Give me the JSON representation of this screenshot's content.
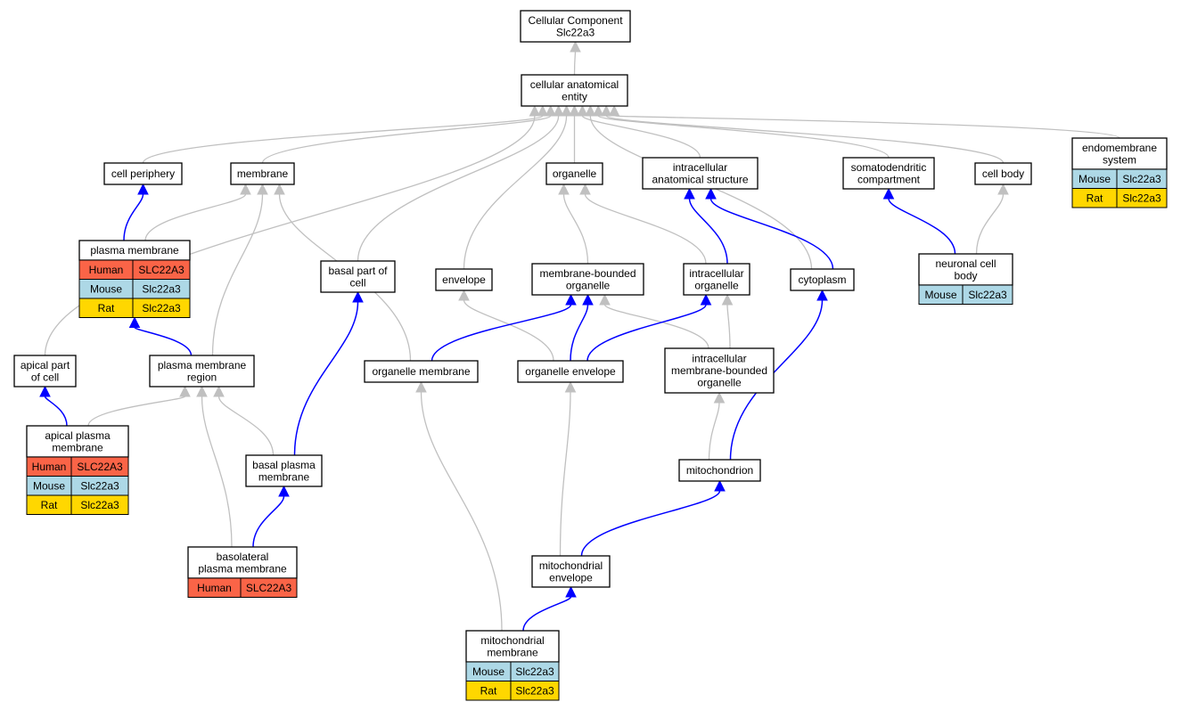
{
  "colors": {
    "human": "#fa6447",
    "mouse": "#add8e6",
    "rat": "#ffd700",
    "gray_edge": "#c0c0c0",
    "blue_edge": "#0000ff"
  },
  "nodes": {
    "root": {
      "lines": [
        "Cellular Component",
        "Slc22a3"
      ]
    },
    "cae": {
      "lines": [
        "cellular anatomical",
        "entity"
      ]
    },
    "cell_periphery": {
      "lines": [
        "cell periphery"
      ]
    },
    "membrane": {
      "lines": [
        "membrane"
      ]
    },
    "organelle": {
      "lines": [
        "organelle"
      ]
    },
    "ias": {
      "lines": [
        "intracellular",
        "anatomical structure"
      ]
    },
    "somato": {
      "lines": [
        "somatodendritic",
        "compartment"
      ]
    },
    "cell_body": {
      "lines": [
        "cell body"
      ]
    },
    "endomembrane": {
      "lines": [
        "endomembrane",
        "system"
      ],
      "rows": [
        {
          "species": "Mouse",
          "gene": "Slc22a3",
          "color": "mouse"
        },
        {
          "species": "Rat",
          "gene": "Slc22a3",
          "color": "rat"
        }
      ]
    },
    "plasma_membrane": {
      "lines": [
        "plasma membrane"
      ],
      "rows": [
        {
          "species": "Human",
          "gene": "SLC22A3",
          "color": "human"
        },
        {
          "species": "Mouse",
          "gene": "Slc22a3",
          "color": "mouse"
        },
        {
          "species": "Rat",
          "gene": "Slc22a3",
          "color": "rat"
        }
      ]
    },
    "basal_part": {
      "lines": [
        "basal part of",
        "cell"
      ]
    },
    "envelope": {
      "lines": [
        "envelope"
      ]
    },
    "mbo": {
      "lines": [
        "membrane-bounded",
        "organelle"
      ]
    },
    "intra_organelle": {
      "lines": [
        "intracellular",
        "organelle"
      ]
    },
    "cytoplasm": {
      "lines": [
        "cytoplasm"
      ]
    },
    "neuronal": {
      "lines": [
        "neuronal cell",
        "body"
      ],
      "rows": [
        {
          "species": "Mouse",
          "gene": "Slc22a3",
          "color": "mouse"
        }
      ]
    },
    "apical_part": {
      "lines": [
        "apical part",
        "of cell"
      ]
    },
    "pm_region": {
      "lines": [
        "plasma membrane",
        "region"
      ]
    },
    "org_membrane": {
      "lines": [
        "organelle membrane"
      ]
    },
    "org_envelope": {
      "lines": [
        "organelle envelope"
      ]
    },
    "imbo": {
      "lines": [
        "intracellular",
        "membrane-bounded",
        "organelle"
      ]
    },
    "apical_pm": {
      "lines": [
        "apical plasma",
        "membrane"
      ],
      "rows": [
        {
          "species": "Human",
          "gene": "SLC22A3",
          "color": "human"
        },
        {
          "species": "Mouse",
          "gene": "Slc22a3",
          "color": "mouse"
        },
        {
          "species": "Rat",
          "gene": "Slc22a3",
          "color": "rat"
        }
      ]
    },
    "basal_pm": {
      "lines": [
        "basal plasma",
        "membrane"
      ]
    },
    "mitochondrion": {
      "lines": [
        "mitochondrion"
      ]
    },
    "basolateral": {
      "lines": [
        "basolateral",
        "plasma membrane"
      ],
      "rows": [
        {
          "species": "Human",
          "gene": "SLC22A3",
          "color": "human"
        }
      ]
    },
    "mito_envelope": {
      "lines": [
        "mitochondrial",
        "envelope"
      ]
    },
    "mito_membrane": {
      "lines": [
        "mitochondrial",
        "membrane"
      ],
      "rows": [
        {
          "species": "Mouse",
          "gene": "Slc22a3",
          "color": "mouse"
        },
        {
          "species": "Rat",
          "gene": "Slc22a3",
          "color": "rat"
        }
      ]
    }
  },
  "edges": [
    {
      "from": "cae",
      "to": "root",
      "type": "gray"
    },
    {
      "from": "cell_periphery",
      "to": "cae",
      "type": "gray"
    },
    {
      "from": "membrane",
      "to": "cae",
      "type": "gray"
    },
    {
      "from": "organelle",
      "to": "cae",
      "type": "gray"
    },
    {
      "from": "ias",
      "to": "cae",
      "type": "gray"
    },
    {
      "from": "somato",
      "to": "cae",
      "type": "gray"
    },
    {
      "from": "cell_body",
      "to": "cae",
      "type": "gray"
    },
    {
      "from": "endomembrane",
      "to": "cae",
      "type": "gray"
    },
    {
      "from": "apical_part",
      "to": "cae",
      "type": "gray"
    },
    {
      "from": "basal_part",
      "to": "cae",
      "type": "gray"
    },
    {
      "from": "envelope",
      "to": "cae",
      "type": "gray"
    },
    {
      "from": "cytoplasm",
      "to": "cae",
      "type": "gray"
    },
    {
      "from": "plasma_membrane",
      "to": "cell_periphery",
      "type": "blue"
    },
    {
      "from": "plasma_membrane",
      "to": "membrane",
      "type": "gray"
    },
    {
      "from": "pm_region",
      "to": "membrane",
      "type": "gray"
    },
    {
      "from": "org_membrane",
      "to": "membrane",
      "type": "gray"
    },
    {
      "from": "mbo",
      "to": "organelle",
      "type": "gray"
    },
    {
      "from": "intra_organelle",
      "to": "organelle",
      "type": "gray"
    },
    {
      "from": "intra_organelle",
      "to": "ias",
      "type": "blue"
    },
    {
      "from": "cytoplasm",
      "to": "ias",
      "type": "blue"
    },
    {
      "from": "neuronal",
      "to": "somato",
      "type": "blue"
    },
    {
      "from": "neuronal",
      "to": "cell_body",
      "type": "gray"
    },
    {
      "from": "pm_region",
      "to": "plasma_membrane",
      "type": "blue"
    },
    {
      "from": "basal_pm",
      "to": "basal_part",
      "type": "blue"
    },
    {
      "from": "org_envelope",
      "to": "envelope",
      "type": "gray"
    },
    {
      "from": "org_membrane",
      "to": "mbo",
      "type": "blue"
    },
    {
      "from": "org_envelope",
      "to": "mbo",
      "type": "blue"
    },
    {
      "from": "imbo",
      "to": "mbo",
      "type": "gray"
    },
    {
      "from": "org_envelope",
      "to": "intra_organelle",
      "type": "blue"
    },
    {
      "from": "imbo",
      "to": "intra_organelle",
      "type": "gray"
    },
    {
      "from": "mitochondrion",
      "to": "cytoplasm",
      "type": "blue"
    },
    {
      "from": "apical_pm",
      "to": "apical_part",
      "type": "blue"
    },
    {
      "from": "apical_pm",
      "to": "pm_region",
      "type": "gray"
    },
    {
      "from": "basal_pm",
      "to": "pm_region",
      "type": "gray"
    },
    {
      "from": "basolateral",
      "to": "pm_region",
      "type": "gray"
    },
    {
      "from": "basolateral",
      "to": "basal_pm",
      "type": "blue"
    },
    {
      "from": "mito_membrane",
      "to": "org_membrane",
      "type": "gray"
    },
    {
      "from": "mito_envelope",
      "to": "org_envelope",
      "type": "gray"
    },
    {
      "from": "mitochondrion",
      "to": "imbo",
      "type": "gray"
    },
    {
      "from": "mito_envelope",
      "to": "mitochondrion",
      "type": "blue"
    },
    {
      "from": "mito_membrane",
      "to": "mito_envelope",
      "type": "blue"
    }
  ]
}
